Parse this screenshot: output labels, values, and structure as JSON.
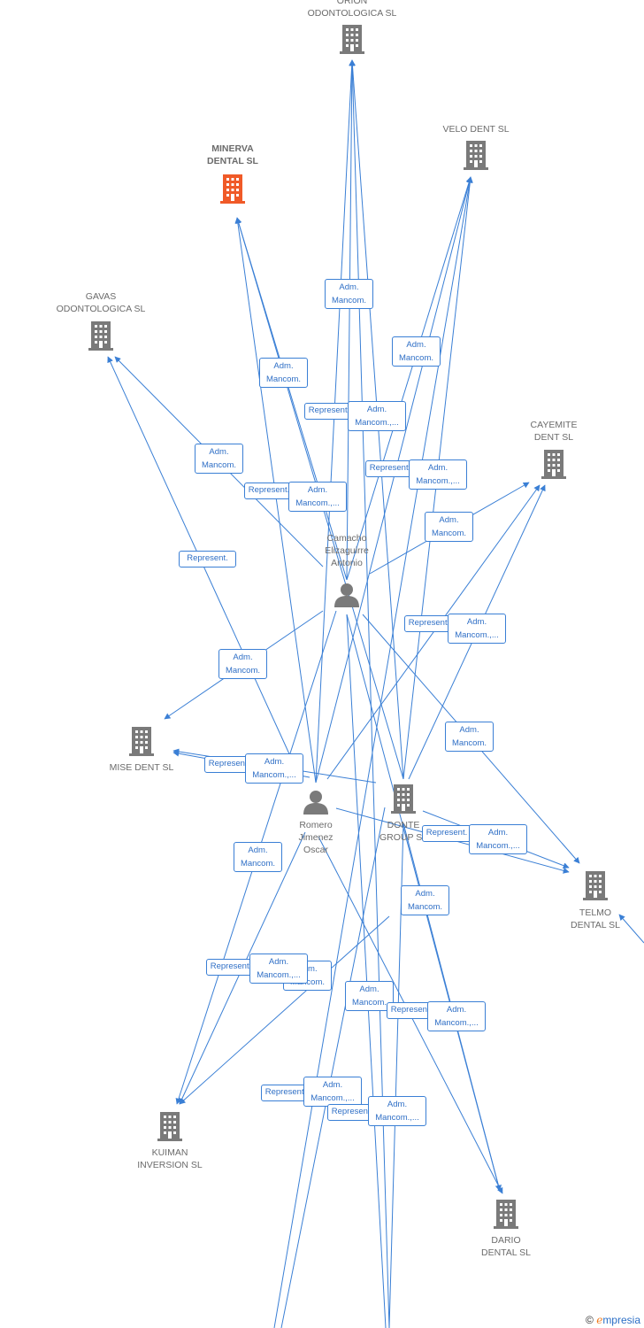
{
  "colors": {
    "edge": "#3a7fd5",
    "building": "#7a7a7a",
    "building_highlight": "#f05a28",
    "person": "#7a7a7a"
  },
  "nodes": [
    {
      "id": "orion",
      "type": "company",
      "label": [
        "ORION",
        "ODONTOLOGICA SL"
      ],
      "highlight": false
    },
    {
      "id": "velo",
      "type": "company",
      "label": [
        "VELO DENT SL"
      ],
      "highlight": false
    },
    {
      "id": "minerva",
      "type": "company",
      "label": [
        "MINERVA",
        "DENTAL  SL"
      ],
      "highlight": true
    },
    {
      "id": "gavas",
      "type": "company",
      "label": [
        "GAVAS",
        "ODONTOLOGICA SL"
      ],
      "highlight": false
    },
    {
      "id": "cayemite",
      "type": "company",
      "label": [
        "CAYEMITE",
        "DENT SL"
      ],
      "highlight": false
    },
    {
      "id": "camacho",
      "type": "person",
      "label": [
        "Camacho",
        "Elizaguirre",
        "Antonio"
      ],
      "highlight": false
    },
    {
      "id": "mise",
      "type": "company",
      "label": [
        "MISE DENT SL"
      ],
      "highlight": false
    },
    {
      "id": "romero",
      "type": "person",
      "label": [
        "Romero",
        "Jimenez",
        "Oscar"
      ],
      "highlight": false
    },
    {
      "id": "donte",
      "type": "company",
      "label": [
        "DONTE",
        "GROUP  SL"
      ],
      "highlight": false
    },
    {
      "id": "telmo",
      "type": "company",
      "label": [
        "TELMO",
        "DENTAL SL"
      ],
      "highlight": false
    },
    {
      "id": "kuiman",
      "type": "company",
      "label": [
        "KUIMAN",
        "INVERSION SL"
      ],
      "highlight": false
    },
    {
      "id": "dario",
      "type": "company",
      "label": [
        "DARIO",
        "DENTAL SL"
      ],
      "highlight": false
    }
  ],
  "edge_labels": [
    [
      "Adm.",
      "Mancom."
    ],
    [
      "Adm.",
      "Mancom."
    ],
    [
      "Adm.",
      "Mancom."
    ],
    [
      "Represent."
    ],
    [
      "Adm.",
      "Mancom.,..."
    ],
    [
      "Adm.",
      "Mancom."
    ],
    [
      "Represent."
    ],
    [
      "Adm.",
      "Mancom.,..."
    ],
    [
      "Represent."
    ],
    [
      "Adm.",
      "Mancom.,..."
    ],
    [
      "Adm.",
      "Mancom."
    ],
    [
      "Represent."
    ],
    [
      "Adm.",
      "Mancom."
    ],
    [
      "Represent."
    ],
    [
      "Adm.",
      "Mancom.,..."
    ],
    [
      "Adm.",
      "Mancom."
    ],
    [
      "Represent."
    ],
    [
      "Adm.",
      "Mancom.,..."
    ],
    [
      "Adm.",
      "Mancom."
    ],
    [
      "Represent."
    ],
    [
      "Adm.",
      "Mancom.,..."
    ],
    [
      "Adm.",
      "Mancom."
    ],
    [
      "Adm.",
      "Mancom."
    ],
    [
      "Represent."
    ],
    [
      "Adm.",
      "Mancom.,..."
    ],
    [
      "Adm.",
      "Mancom."
    ],
    [
      "Represent."
    ],
    [
      "Adm.",
      "Mancom.,..."
    ],
    [
      "Represent."
    ],
    [
      "Adm.",
      "Mancom.,..."
    ],
    [
      "Represent."
    ],
    [
      "Adm.",
      "Mancom.,..."
    ]
  ],
  "footer": {
    "copyright_symbol": "©",
    "brand_initial": "e",
    "brand_rest": "mpresia"
  }
}
